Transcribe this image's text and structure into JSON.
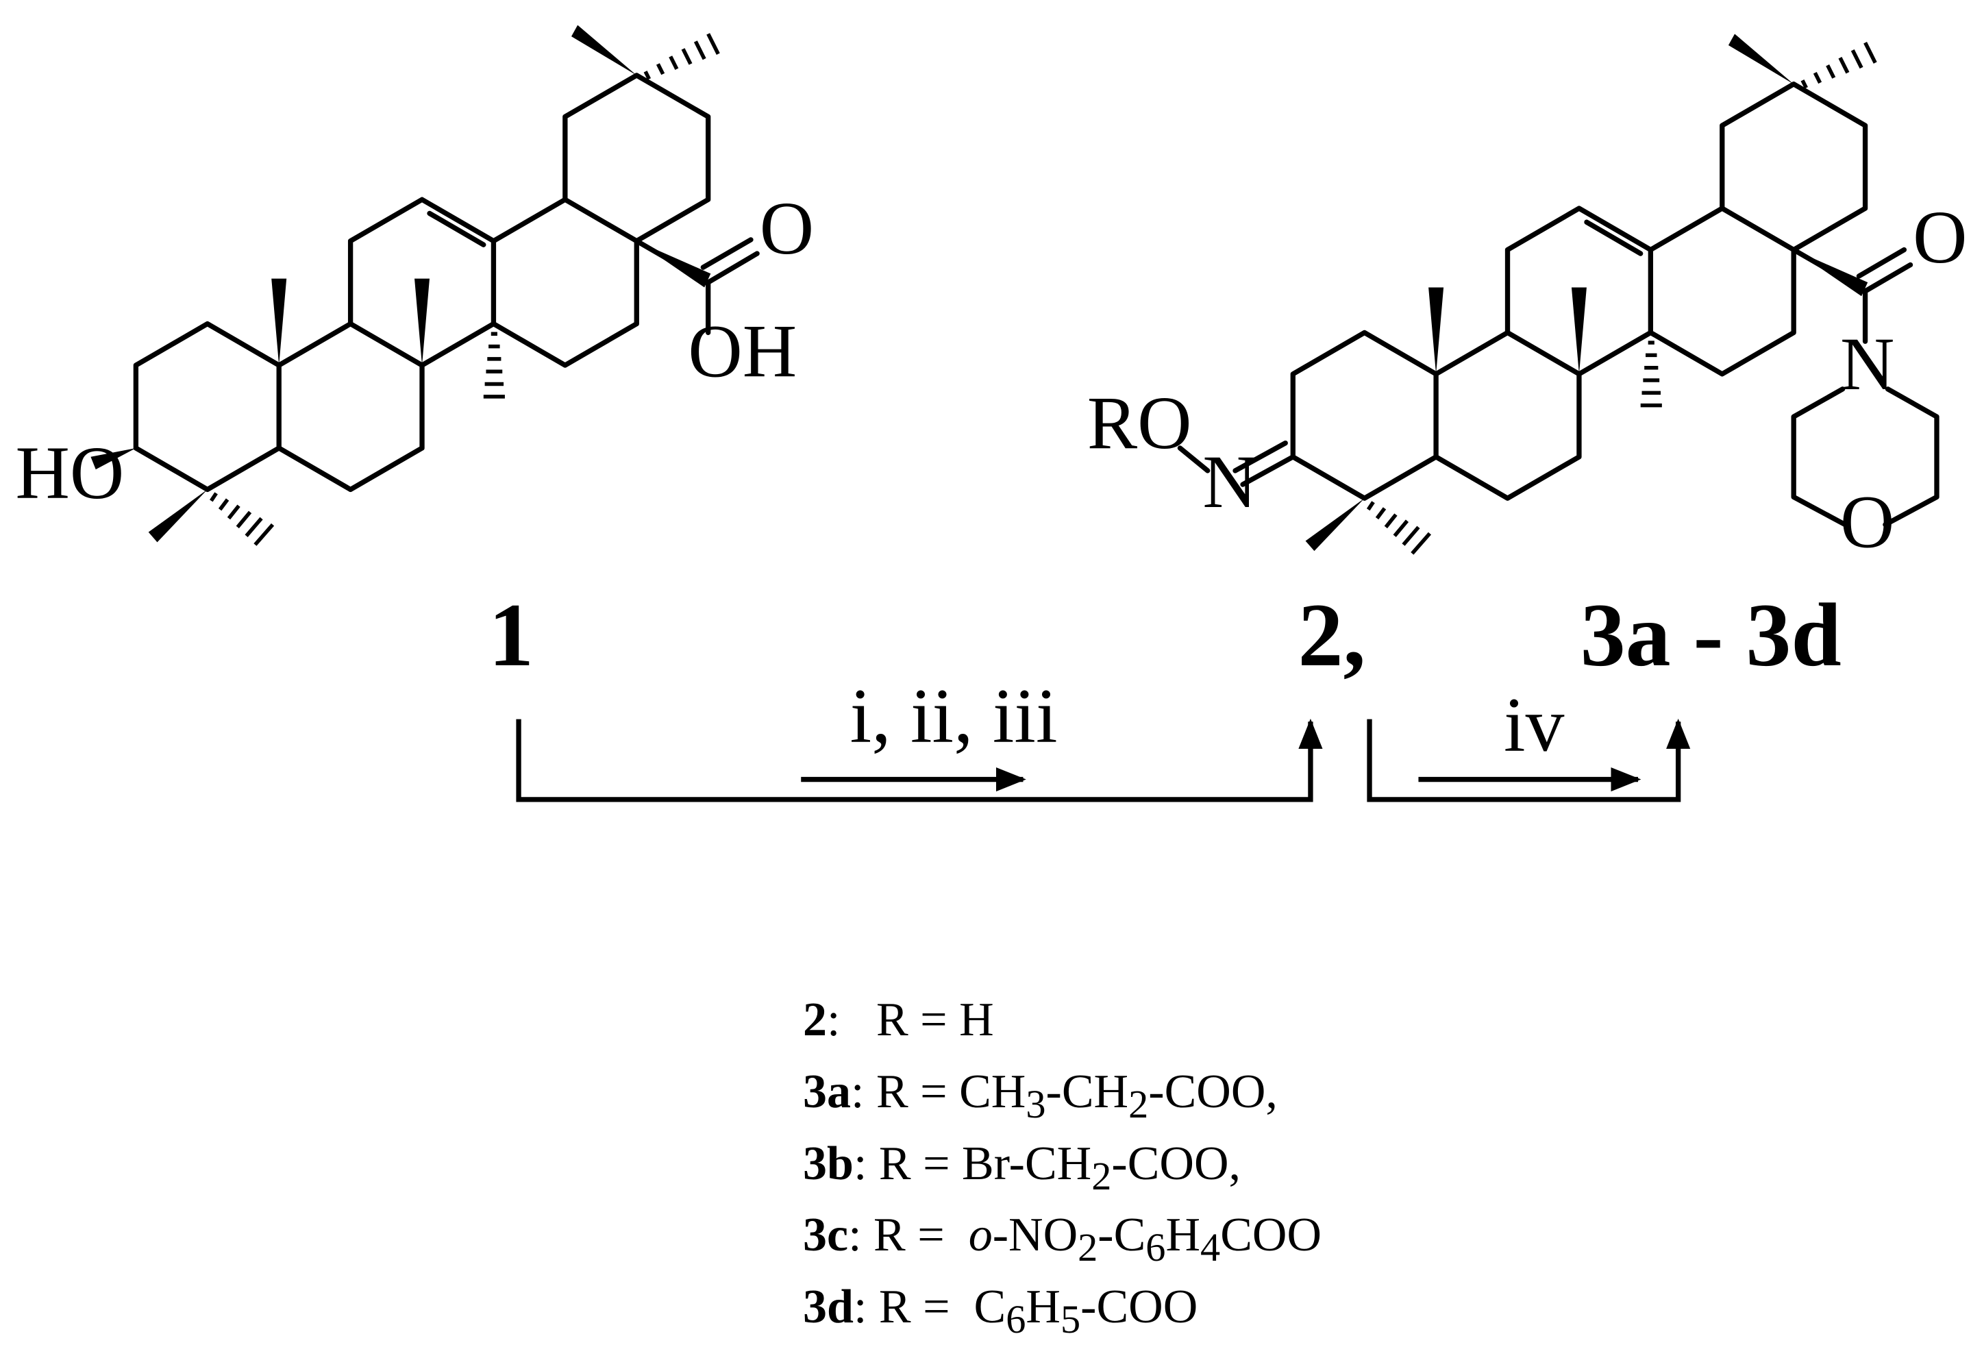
{
  "compounds": {
    "c1_label": "1",
    "c2_label": "2,",
    "c3_label": "3a - 3d"
  },
  "atoms": {
    "c1_ho": "HO",
    "c1_o": "O",
    "c1_oh": "OH",
    "c2_ro": "RO",
    "c2_n": "N",
    "c3_o_carbonyl": "O",
    "c3_n": "N",
    "c3_o_ring": "O"
  },
  "reagents": {
    "step1": "i, ii, iii",
    "step2": "iv"
  },
  "legend": [
    {
      "id": "2",
      "sep": ":",
      "text": "   R = H"
    },
    {
      "id": "3a",
      "sep": ":",
      "text": " R = CH",
      "s1": "3",
      "t2": "-CH",
      "s2": "2",
      "t3": "-COO,"
    },
    {
      "id": "3b",
      "sep": ":",
      "text": " R = Br-CH",
      "s1": "2",
      "t2": "-COO,"
    },
    {
      "id": "3c",
      "sep": ":",
      "text": " R =  ",
      "ital": "o",
      "t2": "-NO",
      "s1": "2",
      "t3": "-C",
      "s2": "6",
      "t4": "H",
      "s3": "4",
      "t5": "COO"
    },
    {
      "id": "3d",
      "sep": ":",
      "text": " R =  C",
      "s1": "6",
      "t2": "H",
      "s2": "5",
      "t3": "-COO"
    }
  ]
}
